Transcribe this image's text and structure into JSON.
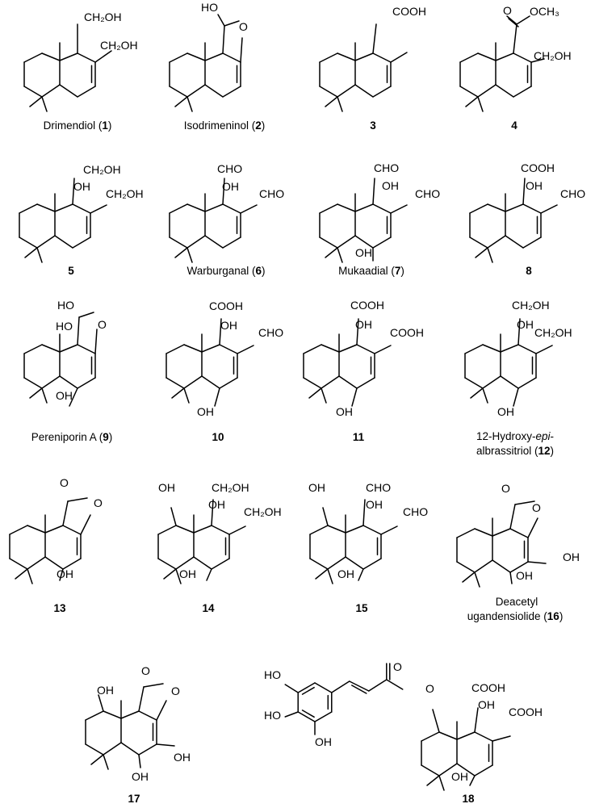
{
  "figure": {
    "compounds": [
      {
        "id": "c1",
        "name": "Drimendiol",
        "number": "1",
        "labels": [
          "CH₂OH",
          "CH₂OH"
        ]
      },
      {
        "id": "c2",
        "name": "Isodrimeninol",
        "number": "2",
        "labels": [
          "HO",
          "O"
        ]
      },
      {
        "id": "c3",
        "name": "",
        "number": "3",
        "labels": [
          "COOH"
        ]
      },
      {
        "id": "c4",
        "name": "",
        "number": "4",
        "labels": [
          "O",
          "OCH₃",
          "CH₂OH"
        ]
      },
      {
        "id": "c5",
        "name": "",
        "number": "5",
        "labels": [
          "CH₂OH",
          "OH",
          "CH₂OH"
        ]
      },
      {
        "id": "c6",
        "name": "Warburganal",
        "number": "6",
        "labels": [
          "CHO",
          "OH",
          "CHO"
        ]
      },
      {
        "id": "c7",
        "name": "Mukaadial",
        "number": "7",
        "labels": [
          "CHO",
          "OH",
          "CHO",
          "OH"
        ]
      },
      {
        "id": "c8",
        "name": "",
        "number": "8",
        "labels": [
          "COOH",
          "OH",
          "CHO"
        ]
      },
      {
        "id": "c9",
        "name": "Pereniporin A",
        "number": "9",
        "labels": [
          "HO",
          "O",
          "HO",
          "OH"
        ]
      },
      {
        "id": "c10",
        "name": "",
        "number": "10",
        "labels": [
          "COOH",
          "OH",
          "CHO",
          "OH"
        ]
      },
      {
        "id": "c11",
        "name": "",
        "number": "11",
        "labels": [
          "COOH",
          "OH",
          "COOH",
          "OH"
        ]
      },
      {
        "id": "c12",
        "name_line1": "12-Hydroxy-",
        "name_italic": "epi",
        "name_line1_end": "-",
        "name_line2": "albrassitriol",
        "number": "12",
        "labels": [
          "CH₂OH",
          "OH",
          "CH₂OH",
          "OH"
        ]
      },
      {
        "id": "c13",
        "name": "",
        "number": "13",
        "labels": [
          "O",
          "O",
          "OH"
        ]
      },
      {
        "id": "c14",
        "name": "",
        "number": "14",
        "labels": [
          "OH",
          "CH₂OH",
          "OH",
          "CH₂OH",
          "OH"
        ]
      },
      {
        "id": "c15",
        "name": "",
        "number": "15",
        "labels": [
          "OH",
          "CHO",
          "OH",
          "CHO",
          "OH"
        ]
      },
      {
        "id": "c16",
        "name_line1": "Deacetyl",
        "name_line2": "ugandensiolide",
        "number": "16",
        "labels": [
          "O",
          "O",
          "OH",
          "OH"
        ]
      },
      {
        "id": "c17",
        "name": "",
        "number": "17",
        "labels": [
          "OH",
          "O",
          "O",
          "OH",
          "OH"
        ]
      },
      {
        "id": "c18",
        "name": "",
        "number": "18",
        "labels": [
          "HO",
          "HO",
          "OH",
          "O",
          "O",
          "COOH",
          "OH",
          "COOH",
          "OH"
        ]
      }
    ]
  }
}
